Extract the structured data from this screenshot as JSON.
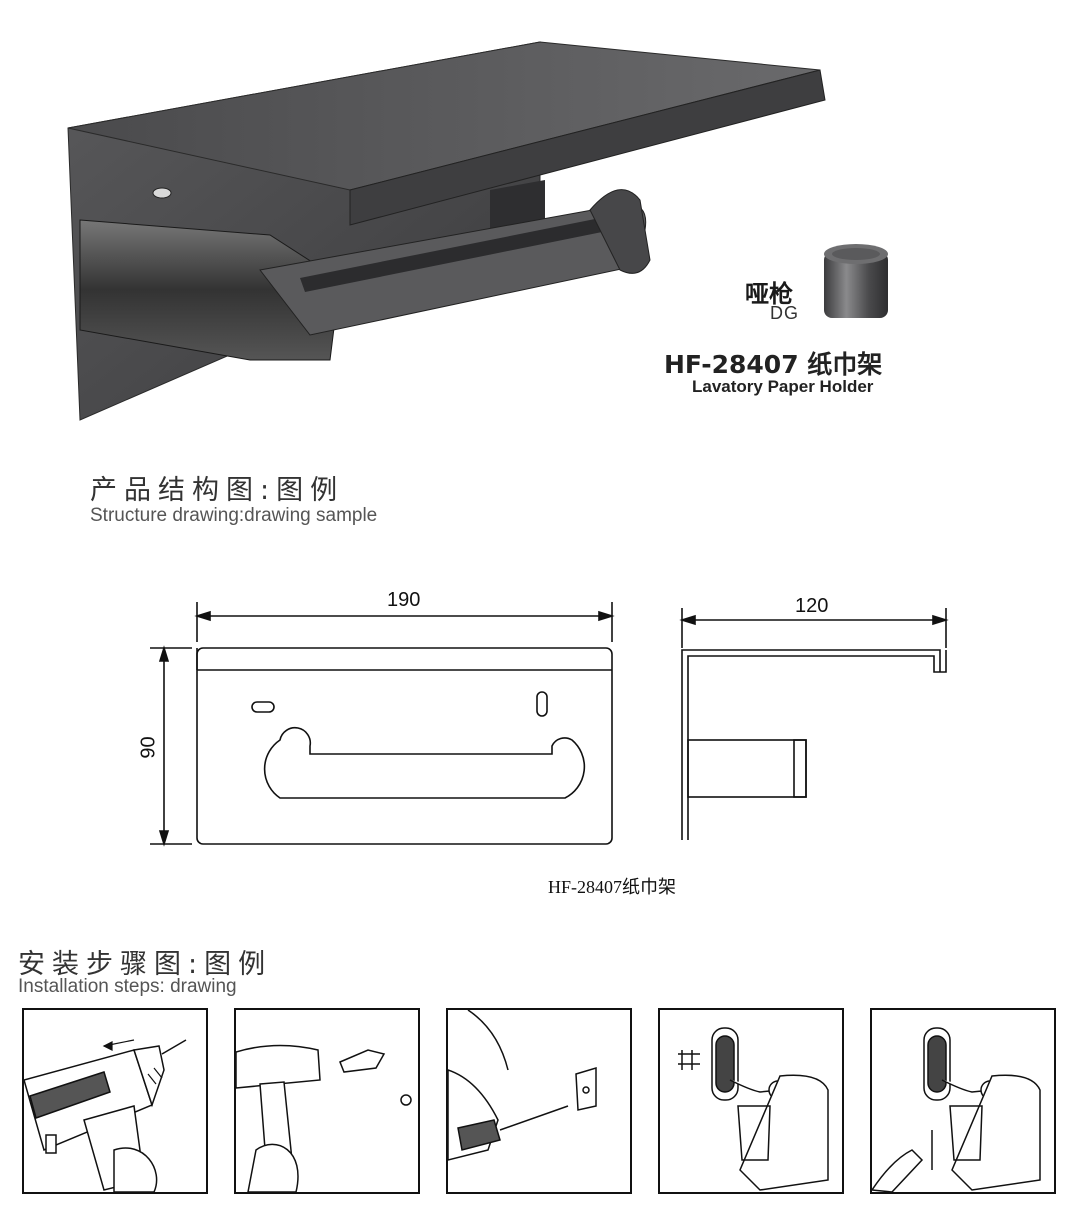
{
  "finish": {
    "cn": "哑枪",
    "code": "DG"
  },
  "product": {
    "model_title": "HF-28407  纸巾架",
    "name_en": "Lavatory Paper Holder"
  },
  "structure": {
    "heading_cn": "产品结构图:图例",
    "heading_en": "Structure drawing:drawing sample"
  },
  "drawing": {
    "width_label": "190",
    "height_label": "90",
    "depth_label": "120",
    "caption": "HF-28407纸巾架"
  },
  "installation": {
    "heading_cn": "安装步骤图:图例",
    "heading_en": "Installation steps: drawing",
    "steps": [
      "drill-holes",
      "insert-anchors",
      "screw-bracket",
      "mount-holder",
      "finished"
    ]
  },
  "colors": {
    "finish": "#4a4a4c",
    "line": "#111111"
  }
}
